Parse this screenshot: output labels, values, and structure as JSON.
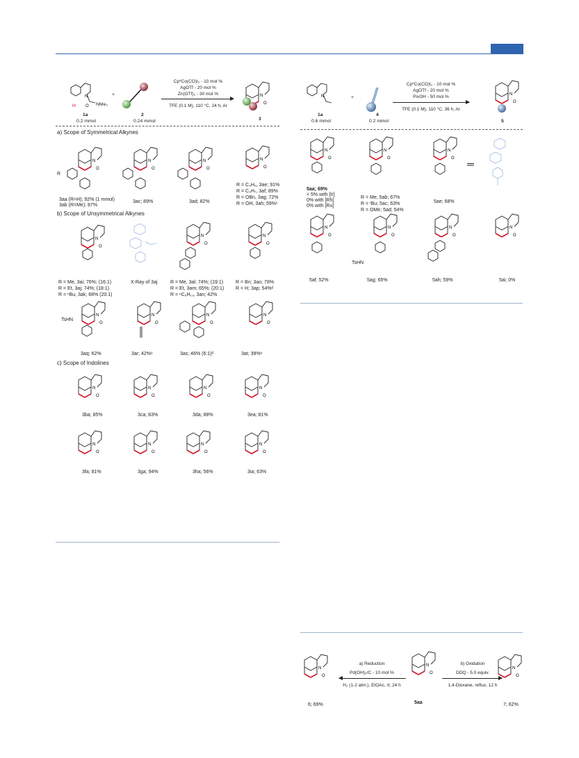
{
  "scheme1": {
    "reactant1_label": "1a",
    "reactant1_amount": "0.2 mmol",
    "reactant1_group": "NMe₂",
    "reactant1_h": "H",
    "plus": "+",
    "reactant2_label": "2",
    "reactant2_amount": "0.24 mmol",
    "cond1": "Cp*Co(CO)I₂ - 10 mol %",
    "cond2": "AgOTf - 20 mol %",
    "cond3": "Zn(OTf)₂ - 30 mol %",
    "cond4": "TFE (0.1 M), 110 °C, 24 h, Ar",
    "product_label": "3",
    "sec_a": "a) Scope of Symmetrical Alkynes",
    "sec_b": "b) Scope of Unsymmetrical Alkynes",
    "sec_c": "c) Scope of Indolines",
    "a_r1": "3aa (R=H); 92% (1 mmol)",
    "a_r2": "3ab (R=Me); 87%",
    "a_3ac": "3ac; 89%",
    "a_3ad": "3ad; 82%",
    "a_3ae": "R = C₄H₉, 3ae; 91%",
    "a_3af": "R = C₃H₇, 3af; 89%",
    "a_3ag": "R = OBn, 3ag; 72%",
    "a_3ah": "R = OH, 3ah; 59%ᶜ",
    "b_3ai": "R = Me, 3ai; 76%; (16:1)",
    "b_3aj": "R = Et, 3aj; 74%; (18:1)",
    "b_3ak": "R = ⁿBu, 3ak; 68% (20:1)",
    "b_xray": "X-Ray of 3aj",
    "b_3al": "R = Me, 3al; 74%; (19:1)",
    "b_3am": "R = Et, 3am; 65%; (20:1)",
    "b_3an": "R = ⁿC₆H₁₃, 3an; 42%",
    "b_3ao": "R = Bn; 3ao; 78%",
    "b_3ap": "R = H; 3ap; 54%ᵈ",
    "b_3aq": "3aq; 62%",
    "b_3ar": "3ar; 42%ᵉ",
    "b_3as": "3as; 46% (6:1)ᵈ",
    "b_3at": "3at; 39%ᵉ",
    "c_3ba": "3ba; 85%",
    "c_3ca": "3ca; 83%",
    "c_3da": "3da; 88%",
    "c_3ea": "3ea; 81%",
    "c_3fa": "3fa; 81%",
    "c_3ga": "3ga; 94%",
    "c_3ha": "3ha; 56%",
    "c_3ia": "3ia; 63%"
  },
  "scheme2": {
    "reactant1_label": "1a",
    "reactant1_amount": "0.6 mmol",
    "reactant2_label": "4",
    "reactant2_amount": "0.2 mmol",
    "cond1": "Cp*Co(CO)I₂ - 10 mol %",
    "cond2": "AgOTf - 20 mol %",
    "cond3": "PivOH - 50 mol %",
    "cond4": "TFE (0.1 M), 110 °C, 36 h, Ar",
    "product_label": "5",
    "p_5aa": "5aa; 69%",
    "p_5aa_ir": "< 5% with [Ir]",
    "p_5aa_rh": "0% with [Rh]",
    "p_5aa_ru": "0% with [Ru]",
    "p_5ab": "R = Me, 5ab; 67%",
    "p_5ac": "R = ᵗBu; 5ac; 63%",
    "p_5ad": "R = OMe; 5ad; 54%",
    "p_5ae": "5ae; 68%",
    "p_5af": "5af; 52%",
    "p_5ag": "5ag; 65%",
    "p_5ah": "5ah; 59%",
    "p_5ai": "5ai; 0%"
  },
  "scheme3": {
    "left_title": "a) Reduction",
    "left_c1": "Pd(OH)₂/C - 10 mol %",
    "left_c2": "H₂ (1-2 atm.), EtOAc, rt, 24 h",
    "left_product": "6; 69%",
    "center_label": "5aa",
    "right_title": "b) Oxidation",
    "right_c1": "DDQ - 5.0 equiv.",
    "right_c2": "1,4-Dioxane, reflux, 12 h",
    "right_product": "7; 62%"
  },
  "colors": {
    "accent": "#2f64b0",
    "bond_new": "#d0182a",
    "sphere_green": "#7bbf6a",
    "sphere_red": "#b3555f",
    "sphere_blue": "#7da7d8"
  }
}
